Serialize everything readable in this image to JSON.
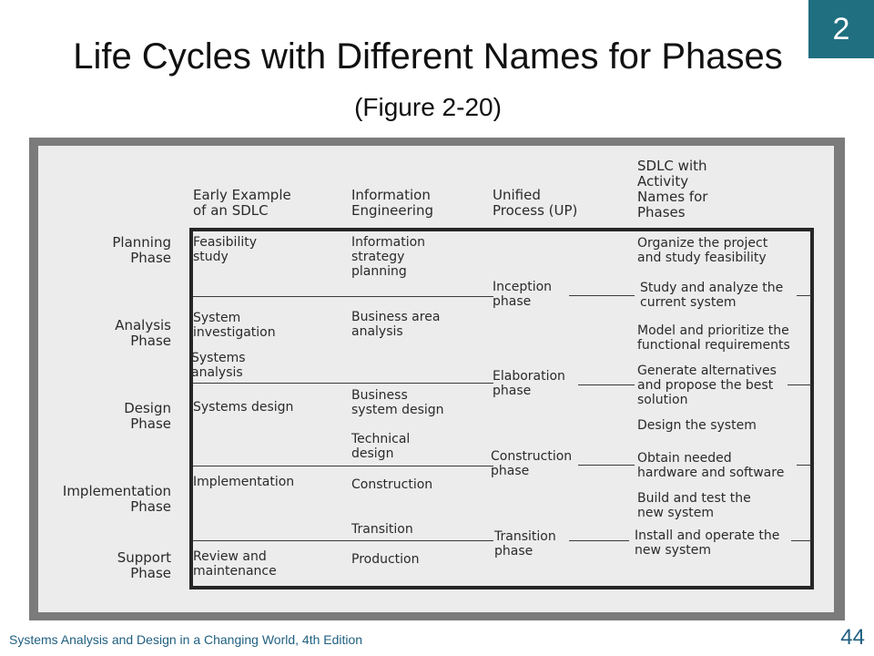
{
  "chapter_badge": "2",
  "title": {
    "main": "Life Cycles with Different Names for Phases",
    "figure_ref": "(Figure 2-20)"
  },
  "figure": {
    "headers": {
      "col1": "Early Example\nof an SDLC",
      "col2": "Information\nEngineering",
      "col3": "Unified\nProcess (UP)",
      "col4": "SDLC with\nActivity\nNames for\nPhases"
    },
    "phases": {
      "planning": "Planning\nPhase",
      "analysis": "Analysis\nPhase",
      "design": "Design\nPhase",
      "implementation": "Implementation\nPhase",
      "support": "Support\nPhase"
    },
    "col1": {
      "feasibility": "Feasibility\nstudy",
      "system_investigation": "System\ninvestigation",
      "systems_analysis": "Systems\nanalysis",
      "systems_design": "Systems design",
      "implementation": "Implementation",
      "review": "Review and\nmaintenance"
    },
    "col2": {
      "info_strategy": "Information\nstrategy\nplanning",
      "business_area": "Business area\nanalysis",
      "business_system": "Business\nsystem design",
      "technical_design": "Technical\ndesign",
      "construction": "Construction",
      "transition": "Transition",
      "production": "Production"
    },
    "col3": {
      "inception": "Inception\nphase",
      "elaboration": "Elaboration\nphase",
      "construction": "Construction\nphase",
      "transition": "Transition\nphase"
    },
    "col4": {
      "organize": "Organize the project\nand study feasibility",
      "study": "Study and analyze the\ncurrent system",
      "model": "Model and prioritize the\nfunctional requirements",
      "generate": "Generate alternatives\nand propose the best\nsolution",
      "design": "Design the system",
      "obtain": "Obtain needed\nhardware and software",
      "build": "Build and test the\nnew system",
      "install": "Install and operate the\nnew system"
    }
  },
  "footer": {
    "text": "Systems Analysis and Design in a Changing World, 4th Edition",
    "page": "44"
  }
}
